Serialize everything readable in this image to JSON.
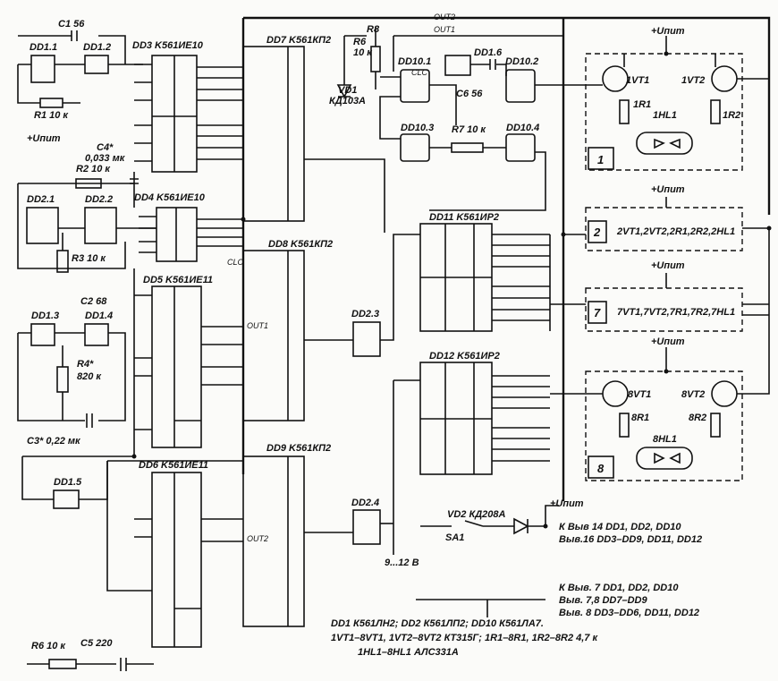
{
  "components": {
    "dd1_1": "DD1.1",
    "dd1_2": "DD1.2",
    "dd3": "DD3 K561ИЕ10",
    "dd7": "DD7 K561КП2",
    "dd1_6": "DD1.6",
    "dd10_1": "DD10.1",
    "dd10_2": "DD10.2",
    "dd10_3": "DD10.3",
    "dd10_4": "DD10.4",
    "dd2_1": "DD2.1",
    "dd2_2": "DD2.2",
    "dd4": "DD4 K561ИЕ10",
    "dd8": "DD8 K561КП2",
    "dd11": "DD11 K561ИР2",
    "dd5": "DD5 K561ИЕ11",
    "dd2_3": "DD2.3",
    "dd12": "DD12 K561ИР2",
    "dd1_3": "DD1.3",
    "dd1_4": "DD1.4",
    "dd1_5": "DD1.5",
    "dd6": "DD6 K561ИЕ11",
    "dd9": "DD9 K561КП2",
    "dd2_4": "DD2.4"
  },
  "parts": {
    "c1": "C1 56",
    "r1": "R1 10 к",
    "c4": "C4*",
    "c4v": "0,033 мк",
    "r2": "R2 10 к",
    "r3": "R3 10 к",
    "c2": "C2 68",
    "r4": "R4*",
    "r4v": "820 к",
    "c3": "C3* 0,22 мк",
    "r6": "R6 10 к",
    "r8": "R8",
    "r6b": "R6",
    "r6bv": "10 к",
    "vd1": "VD1",
    "vd1v": "КД103А",
    "c6": "C6 56",
    "r7": "R7 10 к",
    "c5": "C5 220",
    "vd2": "VD2 КД208А",
    "sa1": "SA1",
    "volt": "9...12 В"
  },
  "supply": {
    "u": "+Uпит"
  },
  "blocks": {
    "b1_num": "1",
    "b1_vt1": "1VT1",
    "b1_vt2": "1VT2",
    "b1_r1": "1R1",
    "b1_hl": "1HL1",
    "b1_r2": "1R2",
    "b2_num": "2",
    "b2_text": "2VT1,2VT2,2R1,2R2,2HL1",
    "b7_num": "7",
    "b7_text": "7VT1,7VT2,7R1,7R2,7HL1",
    "b8_num": "8",
    "b8_vt1": "8VT1",
    "b8_vt2": "8VT2",
    "b8_r1": "8R1",
    "b8_r2": "8R2",
    "b8_hl": "8HL1"
  },
  "nets": {
    "out1": "OUT1",
    "out2": "OUT2",
    "clc": "CLC"
  },
  "notes": {
    "pwr1": "К Выв 14 DD1, DD2, DD10",
    "pwr2": "Выв.16 DD3–DD9, DD11, DD12",
    "gnd1": "К Выв. 7 DD1, DD2, DD10",
    "gnd2": "Выв. 7,8 DD7–DD9",
    "gnd3": "Выв. 8 DD3–DD6, DD11, DD12",
    "legend1": "DD1 К561ЛН2; DD2 К561ЛП2; DD10 К561ЛА7.",
    "legend2": "1VT1–8VT1, 1VT2–8VT2 КТ315Г; 1R1–8R1, 1R2–8R2 4,7 к",
    "legend3": "1HL1–8HL1 АЛС331А"
  }
}
